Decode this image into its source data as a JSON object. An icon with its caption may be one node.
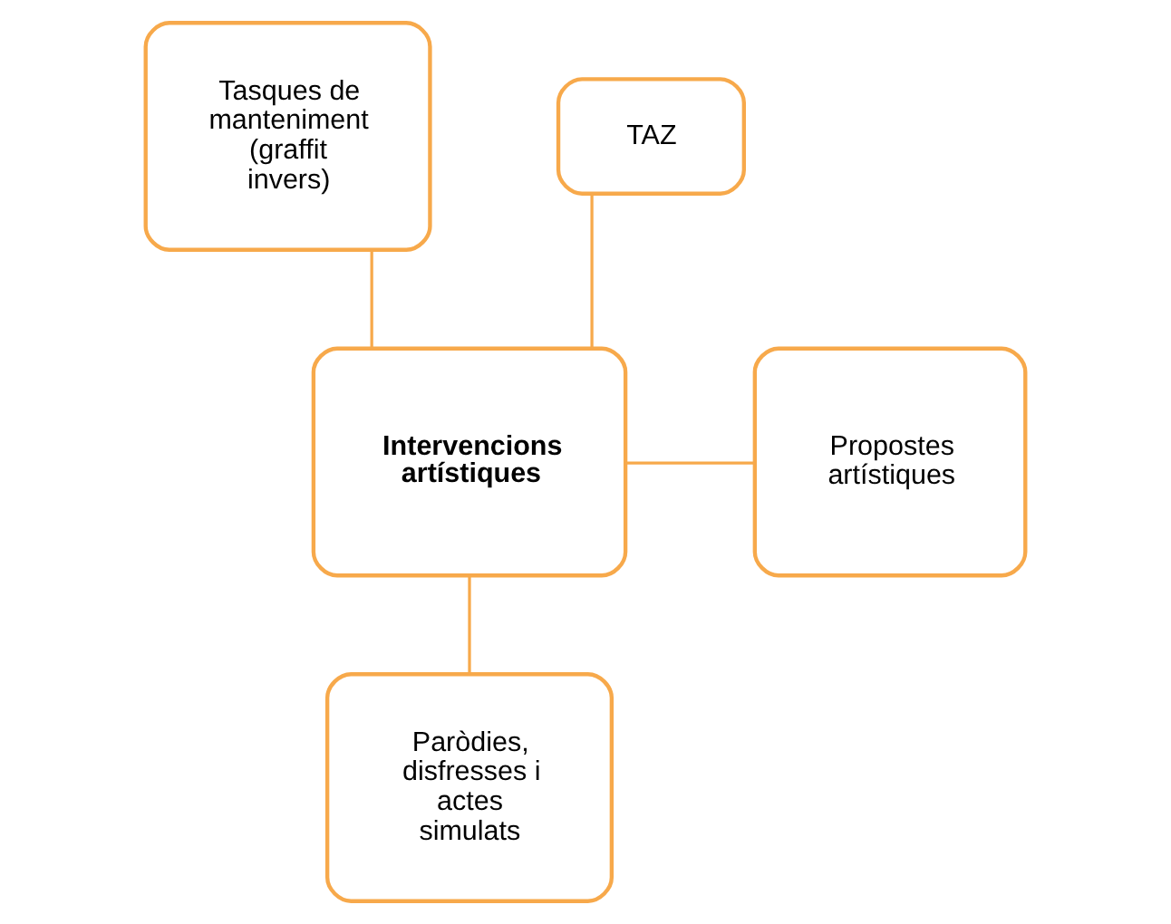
{
  "diagram": {
    "nodes": [
      {
        "text": [
          "Tasques de manteniment (graffit invers)"
        ]
      },
      {
        "text": [
          "TAZ"
        ]
      },
      {
        "text": [
          "Intervencions artístiques"
        ]
      },
      {
        "text": [
          "Propostes artístiques"
        ]
      },
      {
        "text": [
          "Paròdies, disfresses i actes simulats"
        ]
      }
    ],
    "edges": [
      {
        "from": 0,
        "to": 2,
        "arrow": "none"
      },
      {
        "from": 1,
        "to": 2,
        "arrow": "none"
      },
      {
        "from": 2,
        "to": 3,
        "arrow": "none"
      },
      {
        "from": 2,
        "to": 4,
        "arrow": "none"
      }
    ]
  }
}
